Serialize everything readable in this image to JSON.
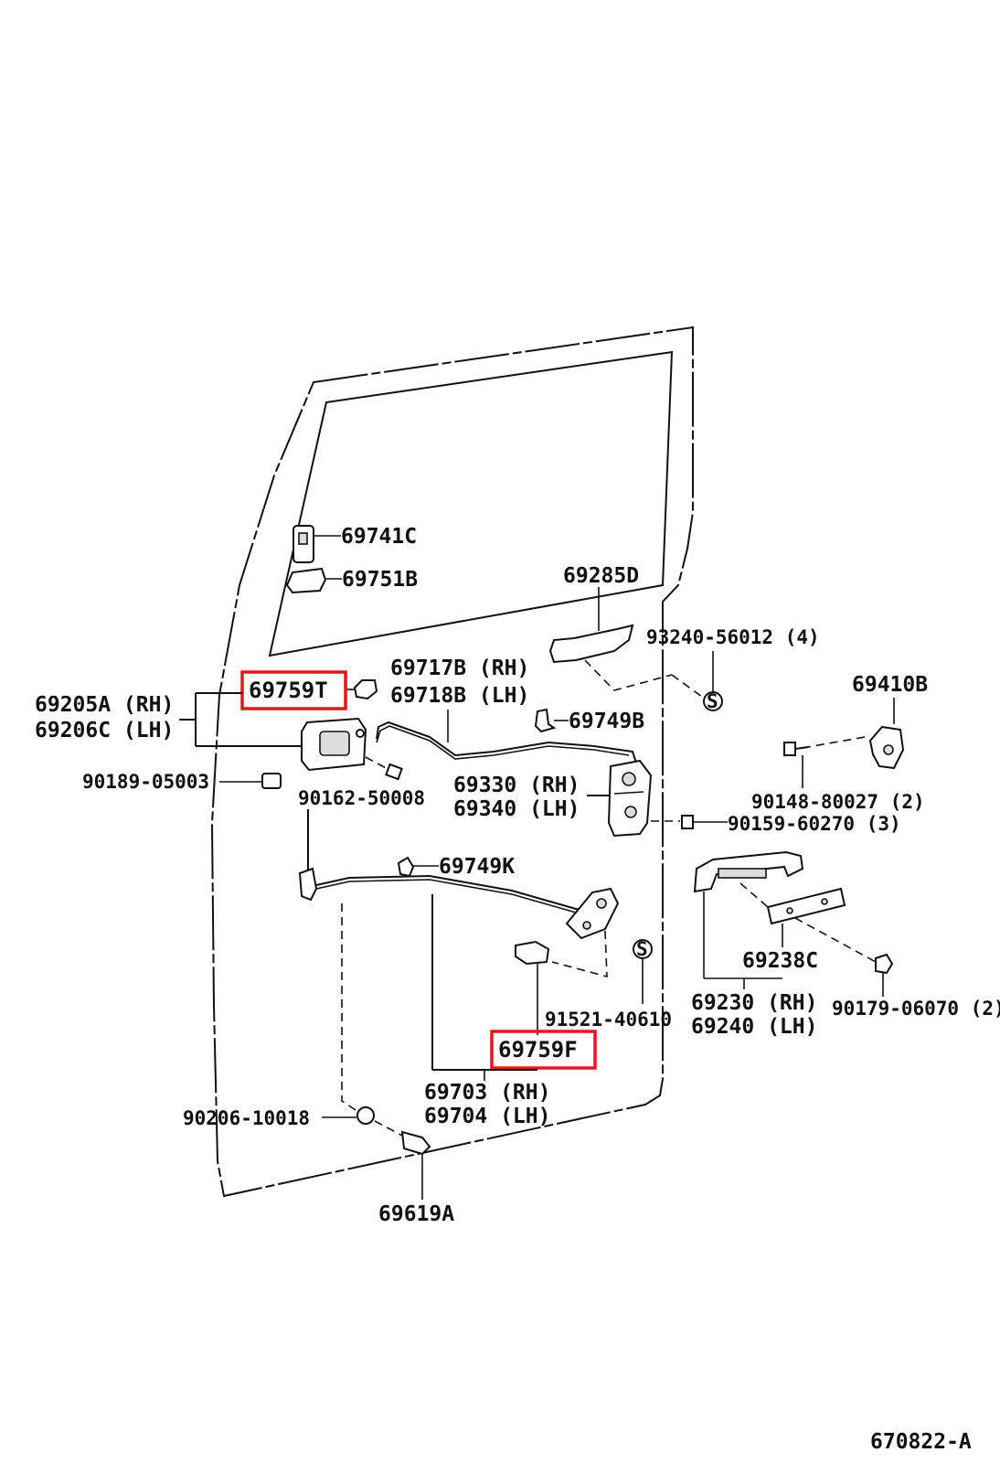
{
  "accent_color": "#e01a1a",
  "diagram_code": "670822-A",
  "parts": {
    "p69741C": "69741C",
    "p69751B": "69751B",
    "p69285D": "69285D",
    "p93240": "93240-56012 (4)",
    "p69410B": "69410B",
    "p69717B": "69717B (RH)",
    "p69718B": "69718B (LH)",
    "p69759T": "69759T",
    "p69205A": "69205A (RH)",
    "p69206C": "69206C (LH)",
    "p69749B": "69749B",
    "p90189": "90189-05003",
    "p90162": "90162-50008",
    "p69330": "69330 (RH)",
    "p69340": "69340 (LH)",
    "p90148": "90148-80027 (2)",
    "p90159": "90159-60270 (3)",
    "p69749K": "69749K",
    "p69238C": "69238C",
    "p91521": "91521-40610",
    "p69230": "69230 (RH)",
    "p69240": "69240 (LH)",
    "p90179": "90179-06070 (2)",
    "p69759F": "69759F",
    "p69703": "69703 (RH)",
    "p69704": "69704 (LH)",
    "p90206": "90206-10018",
    "p69619A": "69619A"
  },
  "symbol_s": "S"
}
